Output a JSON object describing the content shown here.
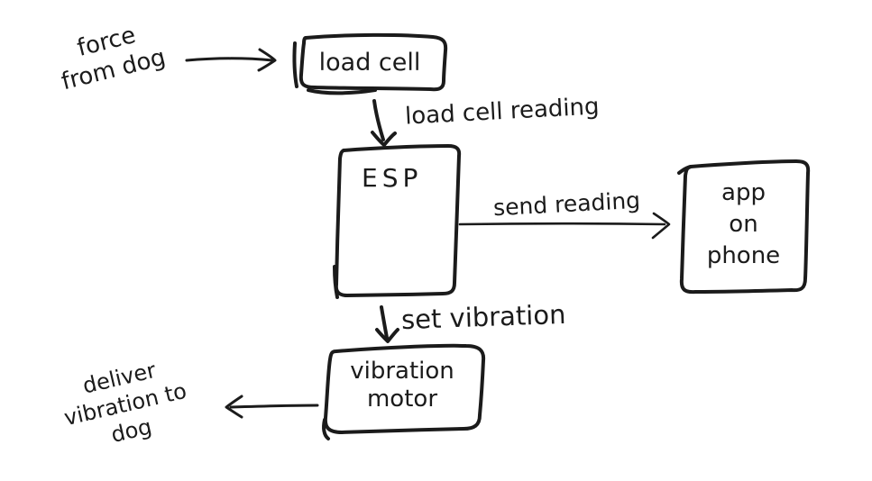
{
  "diagram": {
    "colors": {
      "ink": "#1b1b1b",
      "background": "#ffffff"
    },
    "nodes": {
      "load_cell": {
        "label": "load cell"
      },
      "esp": {
        "label": "ESP"
      },
      "app_on_phone": {
        "line1": "app",
        "line2": "on",
        "line3": "phone"
      },
      "vibration_motor": {
        "line1": "vibration",
        "line2": "motor"
      }
    },
    "edge_labels": {
      "load_cell_reading": "load cell reading",
      "send_reading": "send reading",
      "set_vibration": "set vibration"
    },
    "annotations": {
      "force_from_dog": {
        "line1": "force",
        "line2": "from dog"
      },
      "deliver_vibration_to_dog": {
        "line1": "deliver",
        "line2": "vibration to",
        "line3": "dog"
      }
    }
  }
}
